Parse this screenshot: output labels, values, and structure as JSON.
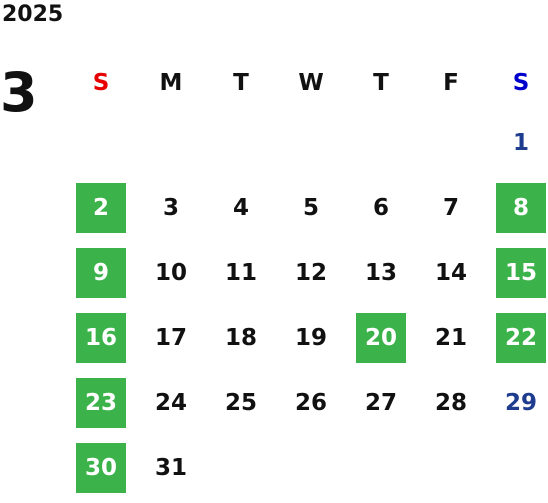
{
  "calendar": {
    "year": "2025",
    "month": "3",
    "weekday_headers": [
      "S",
      "M",
      "T",
      "W",
      "T",
      "F",
      "S"
    ],
    "weeks": [
      [
        "",
        "",
        "",
        "",
        "",
        "",
        "1"
      ],
      [
        "2",
        "3",
        "4",
        "5",
        "6",
        "7",
        "8"
      ],
      [
        "9",
        "10",
        "11",
        "12",
        "13",
        "14",
        "15"
      ],
      [
        "16",
        "17",
        "18",
        "19",
        "20",
        "21",
        "22"
      ],
      [
        "23",
        "24",
        "25",
        "26",
        "27",
        "28",
        "29"
      ],
      [
        "30",
        "31",
        "",
        "",
        "",
        "",
        ""
      ]
    ],
    "highlighted_days": [
      "2",
      "8",
      "9",
      "15",
      "16",
      "20",
      "22",
      "23",
      "30"
    ],
    "blue_days": [
      "1",
      "29"
    ]
  },
  "colors": {
    "highlight": "#3cb34a",
    "sunday_header": "#e60000",
    "saturday_header": "#0000cc",
    "blue_day_text": "#1e3d8f"
  }
}
